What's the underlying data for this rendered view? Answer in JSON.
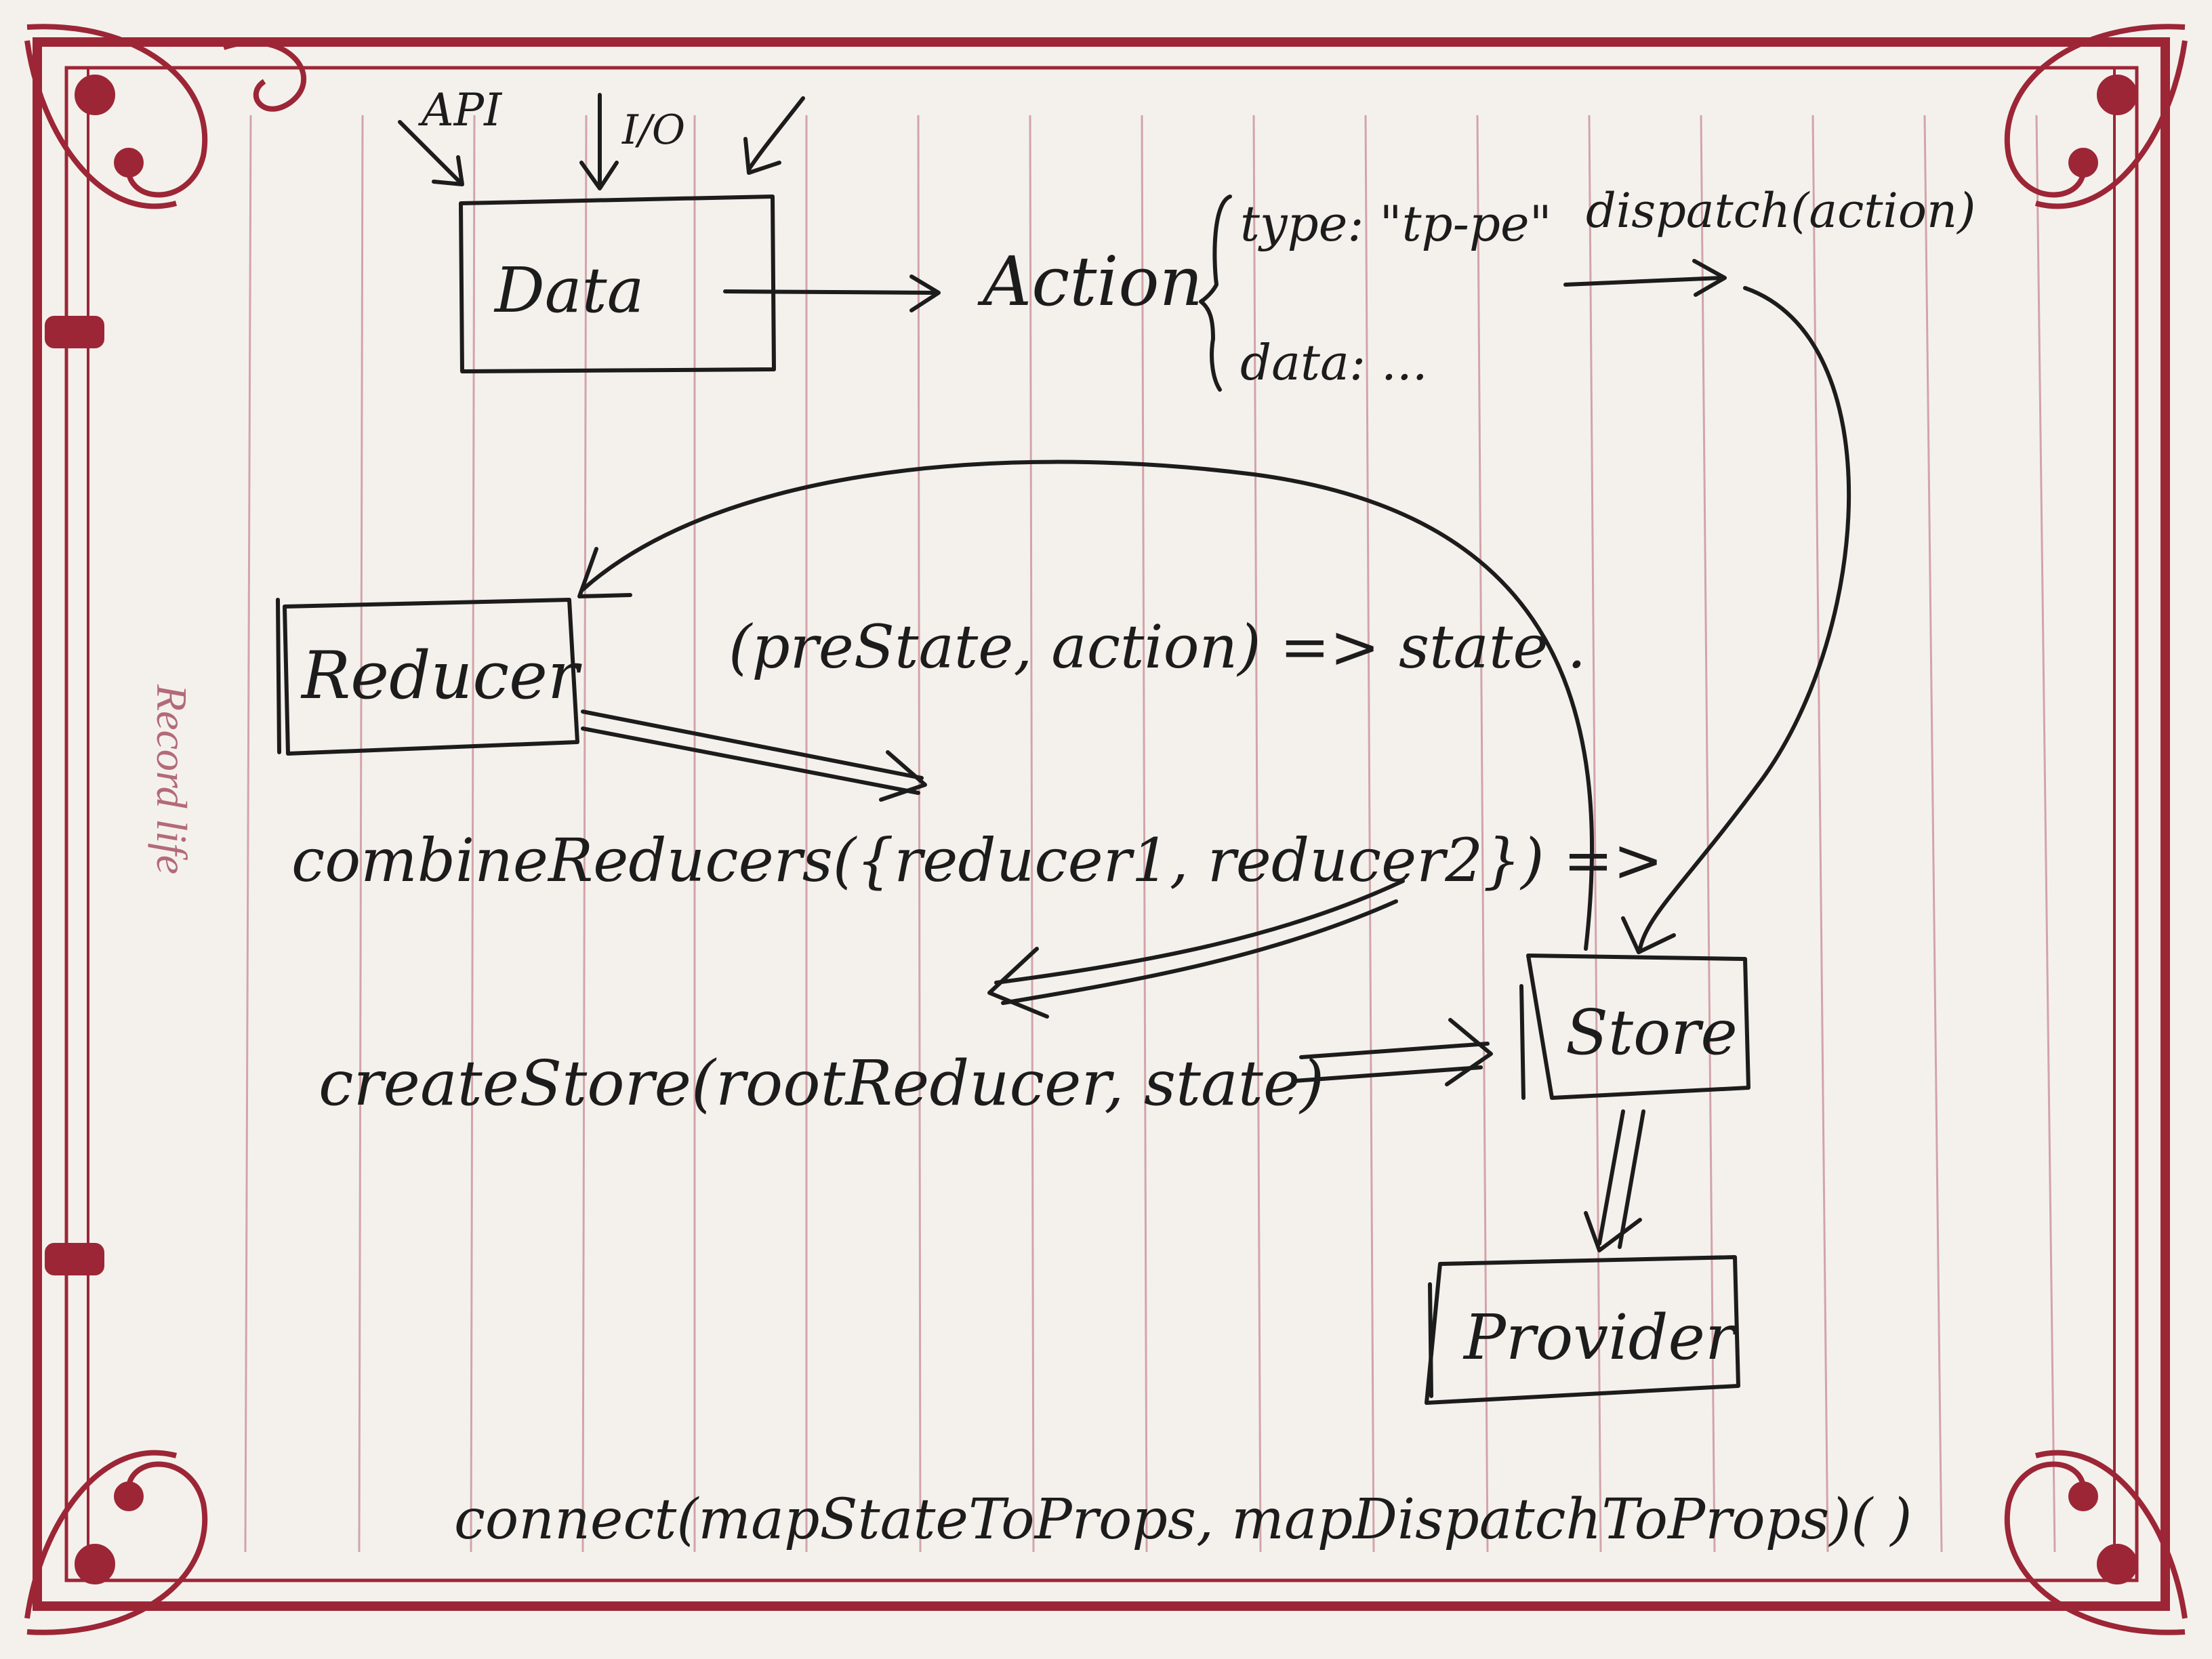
{
  "notebook": {
    "side_label": "Record life",
    "ink_color": "#1c1c1c",
    "frame_color": "#9c2636",
    "rule_color": "#c98a95",
    "paper_color": "#f4f1ec"
  },
  "diagram": {
    "inputs": {
      "api": "API",
      "io": "I/O"
    },
    "nodes": {
      "data": "Data",
      "action": "Action",
      "reducer": "Reducer",
      "store": "Store",
      "provider": "Provider"
    },
    "action_fields": {
      "type": "type: \"tp-pe\"",
      "data": "data: ..."
    },
    "dispatch": "dispatch(action)",
    "reducer_signature": "(preState, action) => state .",
    "combine": "combineReducers({reducer1, reducer2}) =>",
    "create_store": "createStore(rootReducer, state)",
    "connect": "connect(mapStateToProps, mapDispatchToProps)( )"
  }
}
